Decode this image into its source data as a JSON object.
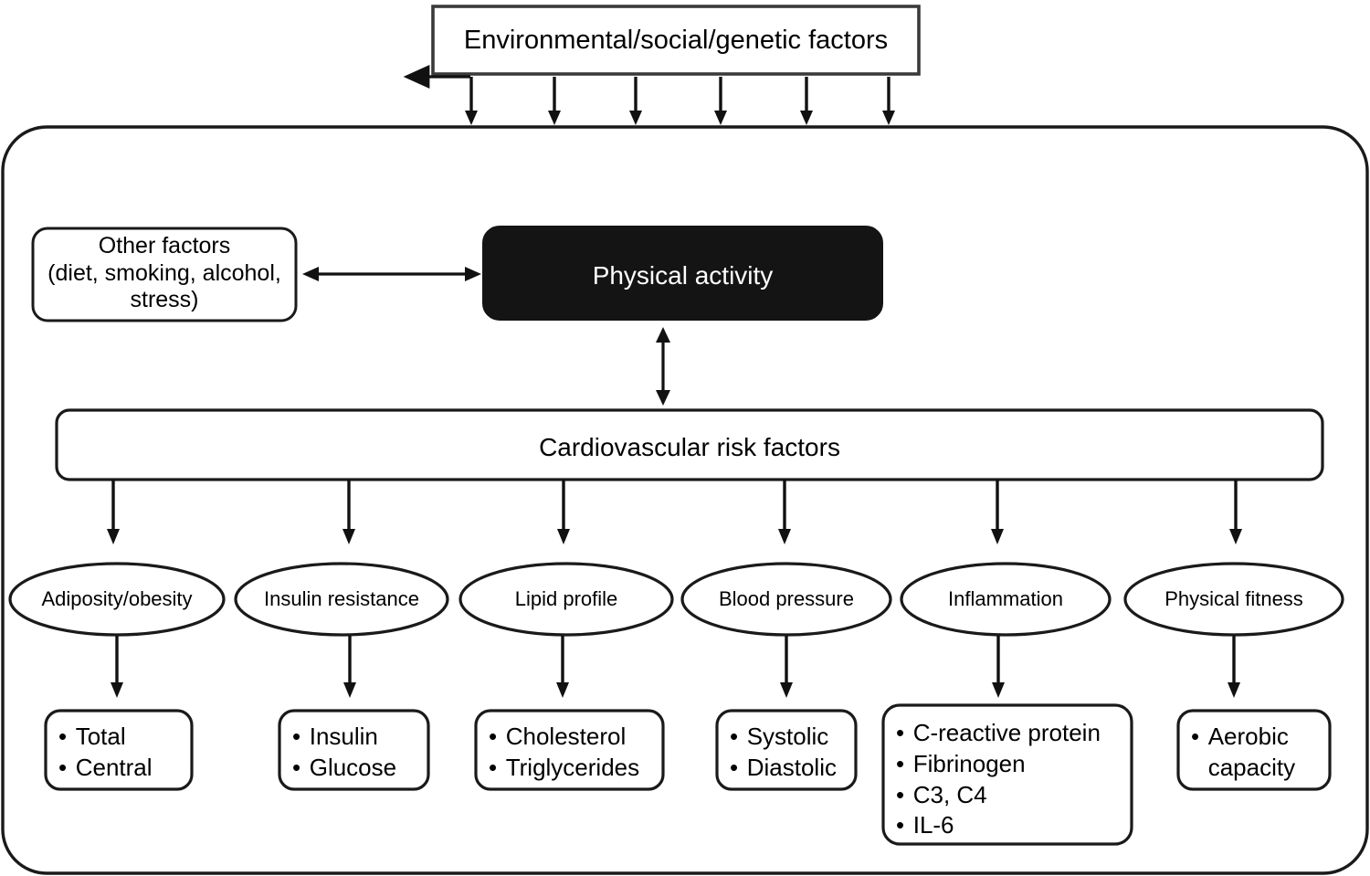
{
  "diagram": {
    "type": "flowchart",
    "title": "Physical activity and cardiovascular risk factors pathway",
    "colors": {
      "stroke": "#1a1a1a",
      "background": "#ffffff",
      "highlight_fill": "#141414",
      "highlight_text": "#ffffff"
    },
    "top_box": {
      "label": "Environmental/social/genetic factors"
    },
    "arrows_from_top": {
      "count": 6,
      "direction": "down",
      "target": "outer-container"
    },
    "other_factors_box": {
      "label": "Other factors\n(diet, smoking, alcohol,\nstress)"
    },
    "physical_activity_box": {
      "label": "Physical activity"
    },
    "link_other_to_activity": {
      "style": "double-headed-horizontal"
    },
    "link_activity_to_risk": {
      "style": "double-headed-vertical"
    },
    "risk_factors_box": {
      "label": "Cardiovascular risk factors"
    },
    "branches": [
      {
        "ellipse": "Adiposity/obesity",
        "items": [
          "Total",
          "Central"
        ]
      },
      {
        "ellipse": "Insulin resistance",
        "items": [
          "Insulin",
          "Glucose"
        ]
      },
      {
        "ellipse": "Lipid profile",
        "items": [
          "Cholesterol",
          "Triglycerides"
        ]
      },
      {
        "ellipse": "Blood pressure",
        "items": [
          "Systolic",
          "Diastolic"
        ]
      },
      {
        "ellipse": "Inflammation",
        "items": [
          "C-reactive protein",
          "Fibrinogen",
          "C3, C4",
          "IL-6"
        ]
      },
      {
        "ellipse": "Physical fitness",
        "items": [
          "Aerobic\ncapacity"
        ]
      }
    ]
  }
}
